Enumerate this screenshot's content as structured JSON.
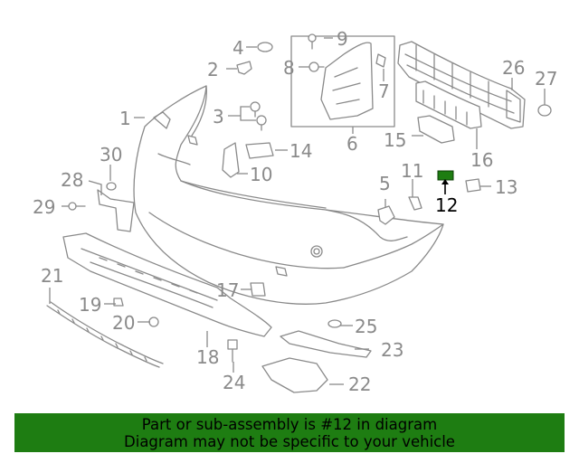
{
  "diagram": {
    "highlight_color": "#1e7d12",
    "callouts": {
      "c1": "1",
      "c2": "2",
      "c3": "3",
      "c4": "4",
      "c5": "5",
      "c6": "6",
      "c7": "7",
      "c8": "8",
      "c9": "9",
      "c10": "10",
      "c11": "11",
      "c12": "12",
      "c13": "13",
      "c14": "14",
      "c15": "15",
      "c16": "16",
      "c17": "17",
      "c18": "18",
      "c19": "19",
      "c20": "20",
      "c21": "21",
      "c22": "22",
      "c23": "23",
      "c24": "24",
      "c25": "25",
      "c26": "26",
      "c27": "27",
      "c28": "28",
      "c29": "29",
      "c30": "30"
    }
  },
  "banner": {
    "line1": "Part or sub-assembly is #12 in diagram",
    "line2": "Diagram may not be specific to your vehicle",
    "background": "#1e7d12"
  }
}
